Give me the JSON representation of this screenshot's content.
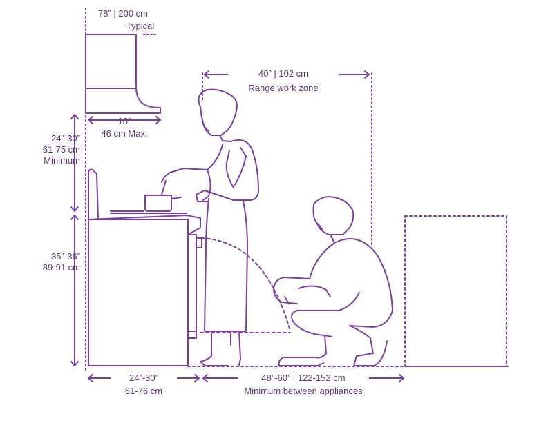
{
  "colors": {
    "line": "#7b3fa0",
    "text": "#5c3470",
    "background": "#ffffff"
  },
  "labels": {
    "hood_height_1": "78” | 200 cm",
    "hood_height_2": "Typical",
    "hood_depth_1": "18”",
    "hood_depth_2": "46 cm Max.",
    "hood_clearance_1": "24”-30”",
    "hood_clearance_2": "61-75 cm",
    "hood_clearance_3": "Minimum",
    "counter_height_1": "35”-36”",
    "counter_height_2": "89-91 cm",
    "work_zone_1": "40” | 102 cm",
    "work_zone_2": "Range work zone",
    "range_width_1": "24”-30”",
    "range_width_2": "61-76 cm",
    "appliance_gap_1": "48”-60” | 122-152 cm",
    "appliance_gap_2": "Minimum between appliances"
  }
}
